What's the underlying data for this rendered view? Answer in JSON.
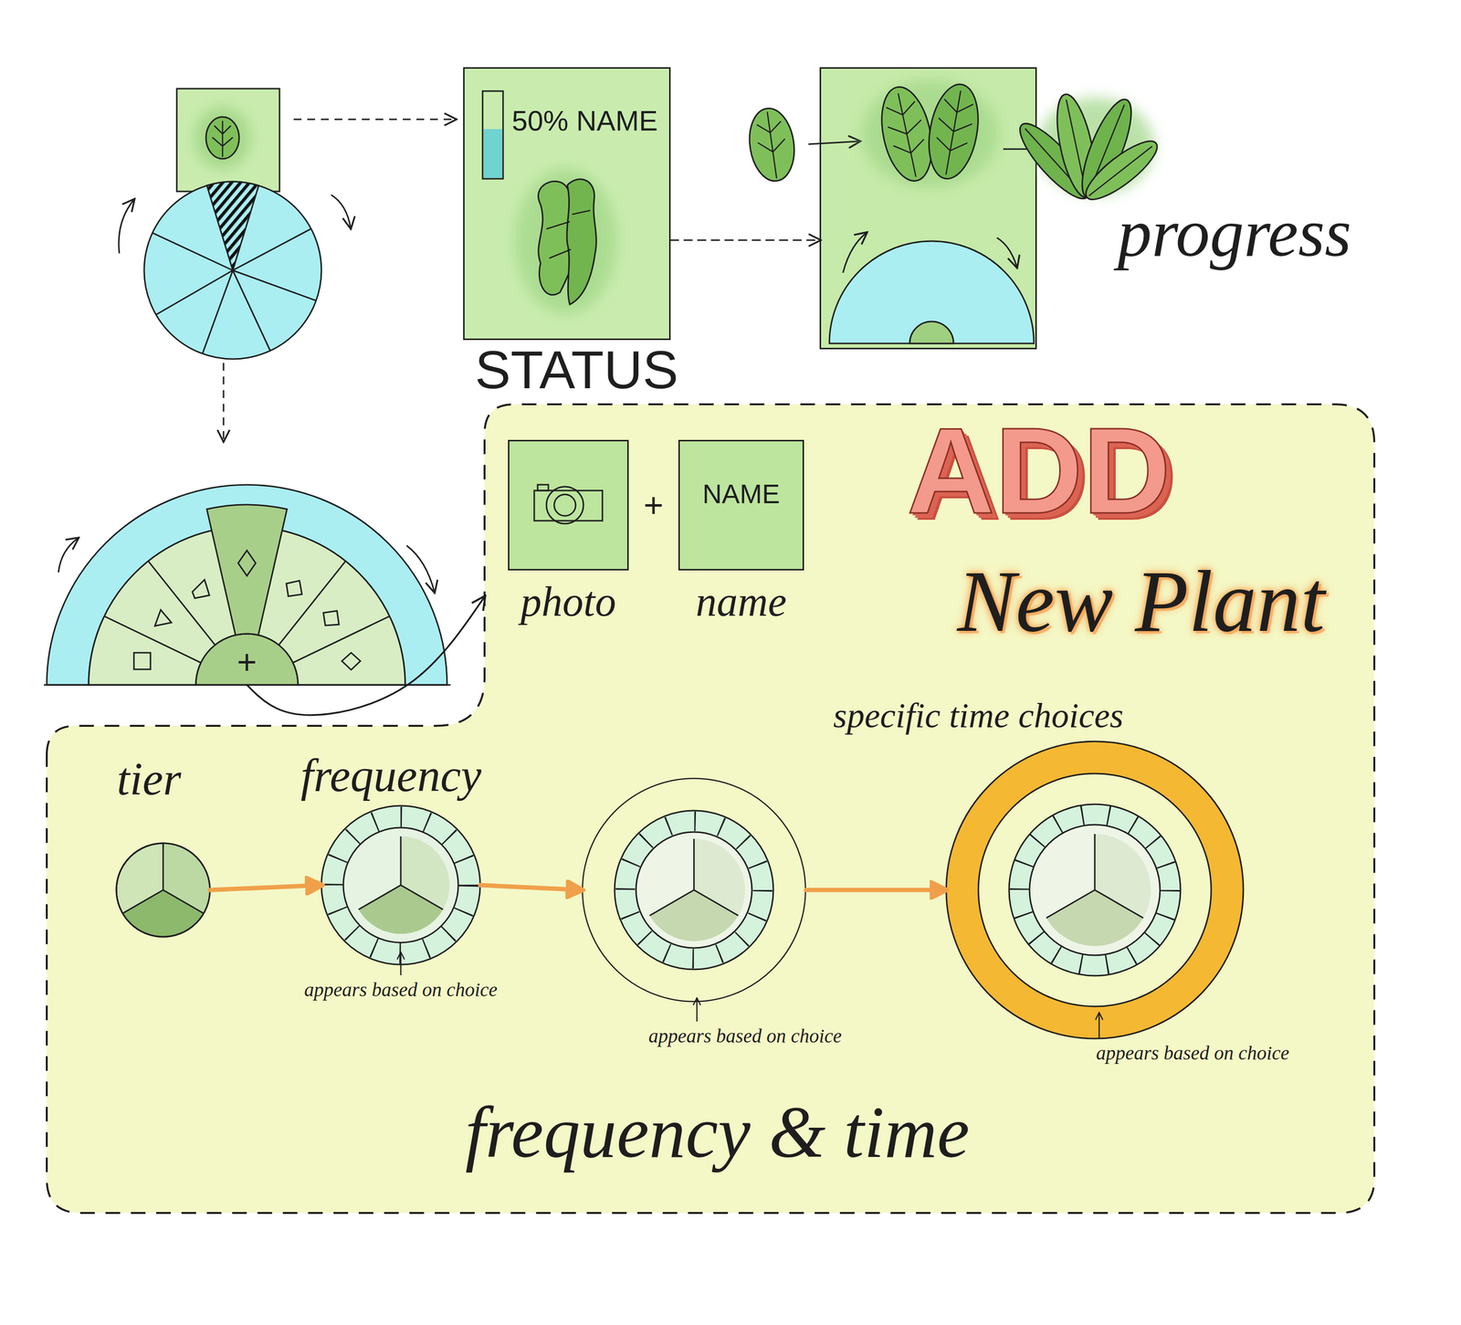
{
  "diagram": {
    "nodes": [
      {
        "text": [
          "50% NAME",
          "STATUS"
        ]
      },
      {
        "text": [
          "progress"
        ]
      },
      {
        "text": [
          "ADD",
          "New Plant",
          "frequency & time"
        ]
      },
      {
        "text": [
          "photo"
        ],
        "in": 2
      },
      {
        "text": [
          "NAME",
          "name"
        ],
        "in": 2
      },
      {
        "text": [
          "tier"
        ],
        "in": 2
      },
      {
        "text": [
          "frequency",
          "appears based on choice"
        ],
        "in": 2
      },
      {
        "text": [
          "appears based on choice"
        ],
        "in": 2
      },
      {
        "text": [
          "appears based on choice"
        ],
        "in": 2
      },
      {
        "text": [
          "+"
        ]
      }
    ],
    "edges": [
      {
        "from": 0,
        "to": 1,
        "arrow": "to"
      },
      {
        "from": 9,
        "to": 2,
        "arrow": "to"
      },
      {
        "from": 5,
        "to": 6,
        "arrow": "to"
      },
      {
        "from": 6,
        "to": 7,
        "arrow": "to"
      },
      {
        "from": 7,
        "to": 8,
        "arrow": "to"
      }
    ],
    "labels": [
      "+",
      "specific time choices"
    ]
  }
}
